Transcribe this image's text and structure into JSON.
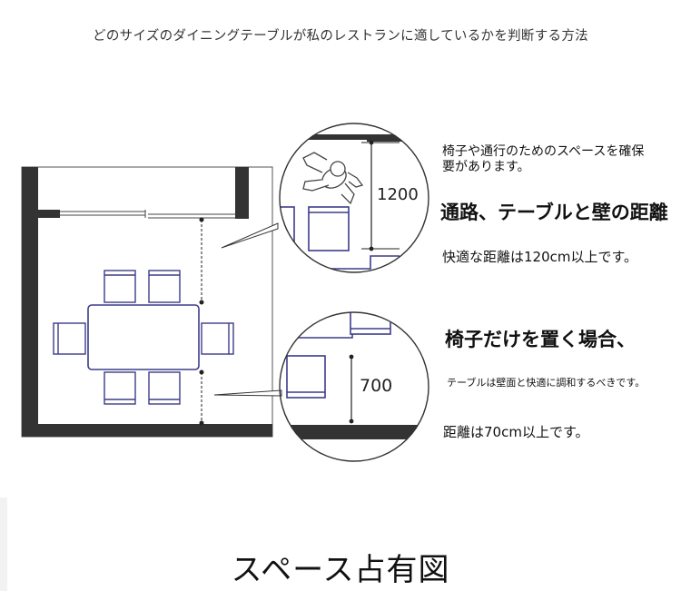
{
  "header": {
    "title": "どのサイズのダイニングテーブルが私のレストランに適しているかを判断する方法"
  },
  "upper_detail": {
    "dimension": "1200",
    "line1": "椅子や通行のためのスペースを確保",
    "line2": "要があります。",
    "heading": "通路、テーブルと壁の距離",
    "note": "快適な距離は120cm以上です。"
  },
  "lower_detail": {
    "dimension": "700",
    "heading": "椅子だけを置く場合、",
    "small": "テーブルは壁面と快適に調和するべきです。",
    "note": "距離は70cm以上です。"
  },
  "footer": {
    "title": "スペース占有図"
  },
  "colors": {
    "wall": "#333333",
    "chair": "#3c3c8a",
    "line": "#222222"
  }
}
